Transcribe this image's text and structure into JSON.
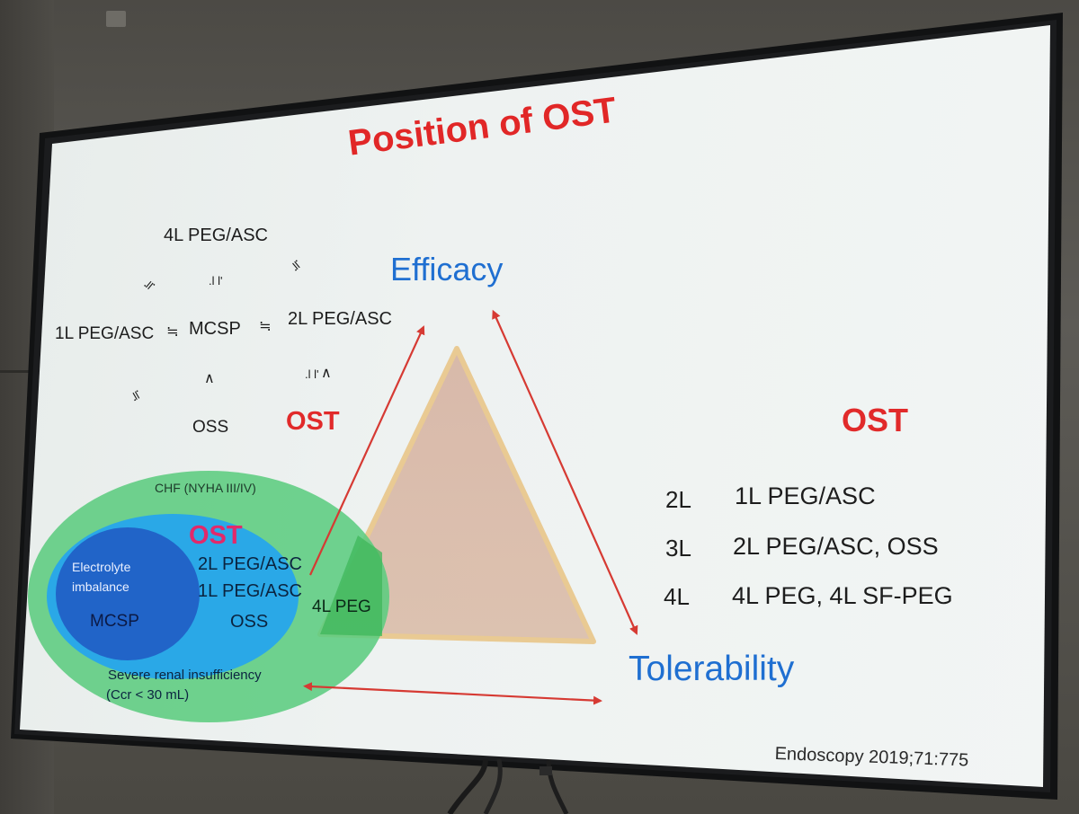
{
  "slide": {
    "title": "Position of OST",
    "top_left": {
      "peg4": "4L PEG/ASC",
      "sym_a": "≒",
      "sym_b": ".l l'",
      "sym_c": "≒",
      "peg1": "1L PEG/ASC",
      "approx1": "≒",
      "mcsp": "MCSP",
      "approx2": "≒",
      "peg2": "2L PEG/ASC",
      "caret1": "∧",
      "caret2_prefix": ".l l'",
      "caret2": "∧",
      "sym_d": "≒",
      "oss": "OSS",
      "ost": "OST"
    },
    "triangle": {
      "efficacy": "Efficacy",
      "tolerability": "Tolerability"
    },
    "venn": {
      "chf": "CHF (NYHA III/IV)",
      "ost": "OST",
      "electrolyte_line1": "Electrolyte",
      "electrolyte_line2": "imbalance",
      "mcsp": "MCSP",
      "peg2": "2L PEG/ASC",
      "peg1": "1L PEG/ASC",
      "oss": "OSS",
      "peg4": "4L PEG",
      "renal_line1": "Severe renal insufficiency",
      "renal_line2": "(Ccr < 30 mL)"
    },
    "right_panel": {
      "heading": "OST",
      "rows": [
        {
          "volume": "2L",
          "regimen": "1L PEG/ASC"
        },
        {
          "volume": "3L",
          "regimen": "2L PEG/ASC, OSS"
        },
        {
          "volume": "4L",
          "regimen": "4L PEG, 4L SF-PEG"
        }
      ]
    },
    "citation": "Endoscopy 2019;71:775"
  }
}
